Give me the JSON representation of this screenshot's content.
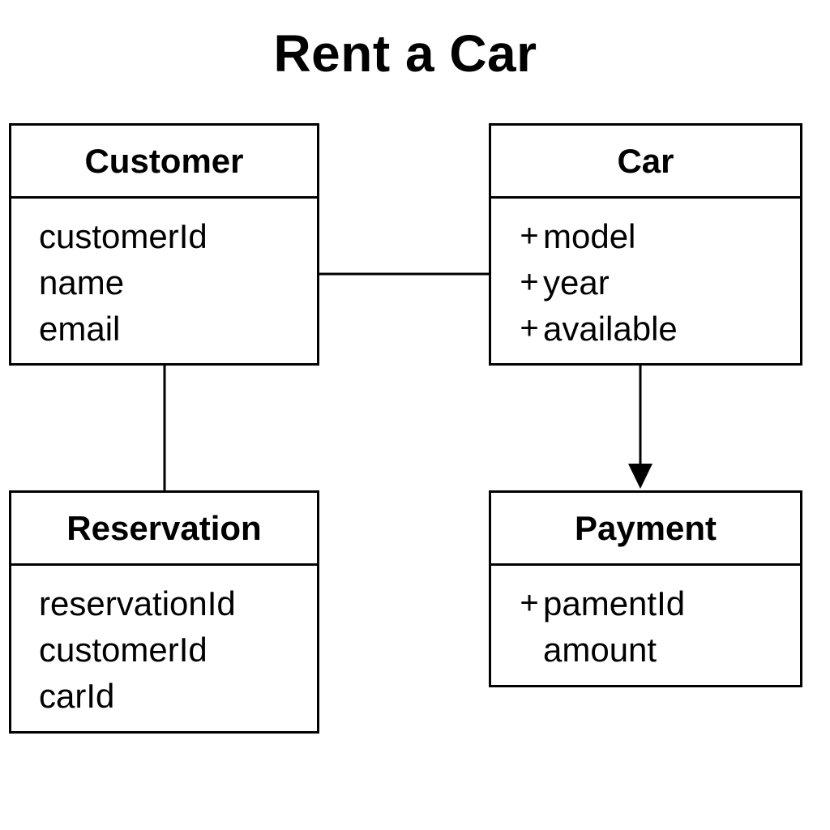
{
  "title": "Rent a Car",
  "classes": {
    "customer": {
      "name": "Customer",
      "attributes": [
        {
          "visibility": "",
          "name": "customerId"
        },
        {
          "visibility": "",
          "name": "name"
        },
        {
          "visibility": "",
          "name": "email"
        }
      ]
    },
    "car": {
      "name": "Car",
      "attributes": [
        {
          "visibility": "+",
          "name": "model"
        },
        {
          "visibility": "+",
          "name": "year"
        },
        {
          "visibility": "+",
          "name": "available"
        }
      ]
    },
    "reservation": {
      "name": "Reservation",
      "attributes": [
        {
          "visibility": "",
          "name": "reservationId"
        },
        {
          "visibility": "",
          "name": "customerId"
        },
        {
          "visibility": "",
          "name": "carId"
        }
      ]
    },
    "payment": {
      "name": "Payment",
      "attributes": [
        {
          "visibility": "+",
          "name": "pamentId"
        },
        {
          "visibility": "",
          "name": "amount"
        }
      ]
    }
  },
  "relationships": [
    {
      "from": "Customer",
      "to": "Car",
      "type": "association"
    },
    {
      "from": "Customer",
      "to": "Reservation",
      "type": "association"
    },
    {
      "from": "Car",
      "to": "Payment",
      "type": "directed"
    }
  ],
  "colors": {
    "line": "#000000",
    "background": "#ffffff"
  }
}
